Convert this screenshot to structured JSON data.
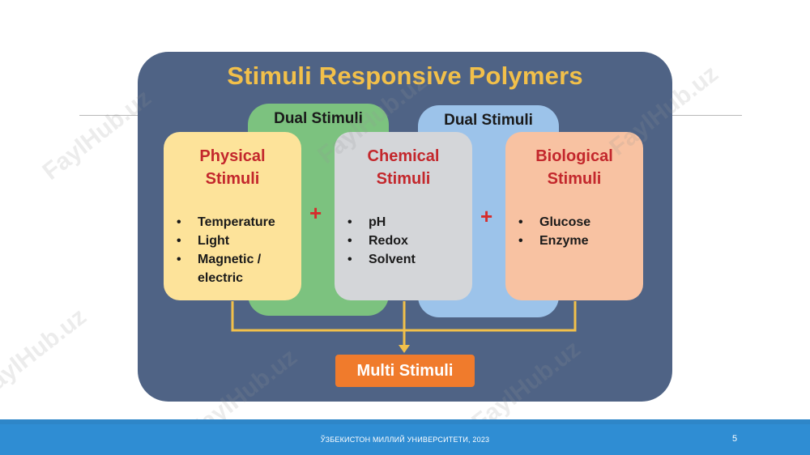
{
  "title": "Stimuli Responsive Polymers",
  "dual_left": "Dual Stimuli",
  "dual_right": "Dual Stimuli",
  "cards": {
    "physical": {
      "title_line1": "Physical",
      "title_line2": "Stimuli",
      "items": [
        "Temperature",
        "Light",
        "Magnetic /",
        "electric"
      ]
    },
    "chemical": {
      "title_line1": "Chemical",
      "title_line2": "Stimuli",
      "items": [
        "pH",
        "Redox",
        "Solvent"
      ]
    },
    "biological": {
      "title_line1": "Biological",
      "title_line2": "Stimuli",
      "items": [
        "Glucose",
        "Enzyme"
      ]
    }
  },
  "plus_symbol": "+",
  "multi_stimuli": "Multi Stimuli",
  "watermark": "FaylHub.uz",
  "footer": {
    "text": "ЎЗБЕКИСТОН МИЛЛИЙ УНИВЕРСИТЕТИ,   2023",
    "page_number": "5"
  },
  "colors": {
    "panel": "#4f6385",
    "title": "#f2c04a",
    "card_title": "#c3272c",
    "physical": "#fde39a",
    "chemical": "#d4d6d9",
    "biological": "#f8c2a2",
    "dual_green": "#7cc27f",
    "dual_blue": "#9cc3ea",
    "arrow": "#f2c04a",
    "multi": "#f07b2c",
    "footer": "#2f8dd3"
  }
}
